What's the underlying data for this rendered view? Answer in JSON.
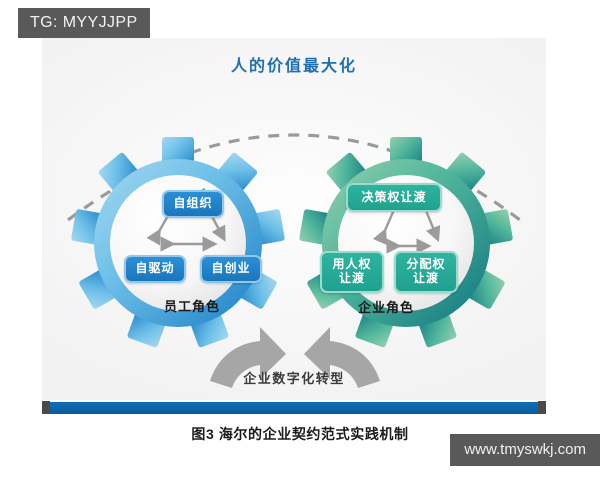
{
  "tag": {
    "label": "TG: MYYJJPP"
  },
  "watermark": {
    "label": "www.tmyswkj.com"
  },
  "figure": {
    "headline": "人的价值最大化",
    "bottom_label": "企业数字化转型",
    "caption": "图3   海尔的企业契约范式实践机制"
  },
  "left_gear": {
    "role_label": "员工角色",
    "color": "#2d8fd5",
    "chips": [
      {
        "text": "自组织"
      },
      {
        "text": "自驱动"
      },
      {
        "text": "自创业"
      }
    ]
  },
  "right_gear": {
    "role_label": "企业角色",
    "color": "#26a996",
    "chips": [
      {
        "text": "决策权让渡"
      },
      {
        "text": "用人权\n让渡"
      },
      {
        "text": "分配权\n让渡"
      }
    ]
  },
  "colors": {
    "headline": "#1f6fb5",
    "divider": "#0b63a6",
    "panel_bg": "#f6f6f6",
    "tag_bg": "#595959",
    "arrow_gray": "#a6a6a6",
    "dash_gray": "#9a9a9a"
  }
}
